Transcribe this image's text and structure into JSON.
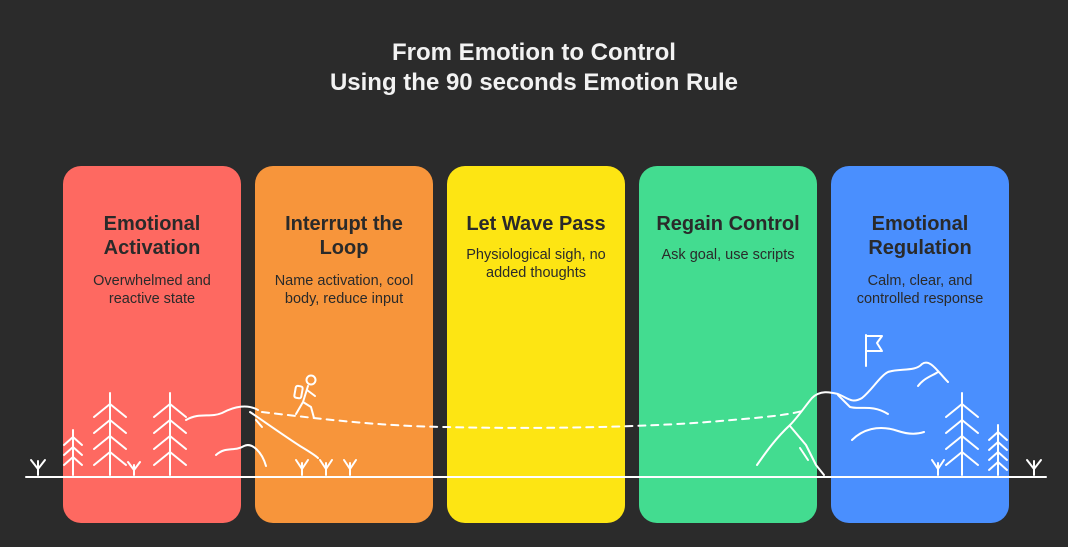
{
  "header": {
    "title_line1": "From Emotion to Control",
    "title_line2": "Using the 90 seconds Emotion Rule"
  },
  "stages": [
    {
      "title": "Emotional Activation",
      "description": "Overwhelmed and reactive state",
      "color": "#fe6961"
    },
    {
      "title": "Interrupt the Loop",
      "description": "Name activation, cool body, reduce input",
      "color": "#f7953b"
    },
    {
      "title": "Let Wave Pass",
      "description": "Physiological sigh, no added thoughts",
      "color": "#fde513"
    },
    {
      "title": "Regain Control",
      "description": "Ask goal, use scripts",
      "color": "#43dc90"
    },
    {
      "title": "Emotional Regulation",
      "description": "Calm, clear, and controlled response",
      "color": "#4a8ffe"
    }
  ],
  "icons": [
    "pine-tree-icon",
    "hiker-icon",
    "mountain-icon",
    "flag-icon",
    "grass-icon"
  ]
}
